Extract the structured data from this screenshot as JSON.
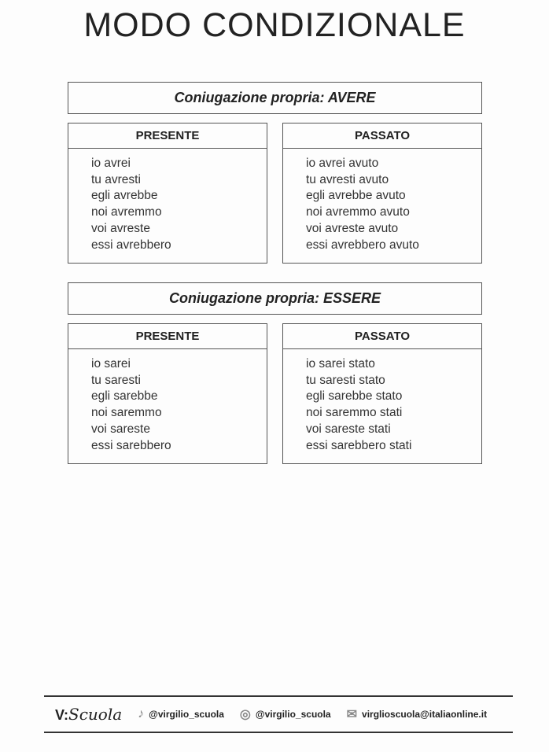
{
  "title": "MODO CONDIZIONALE",
  "sections": [
    {
      "heading": "Coniugazione propria: AVERE",
      "presente": {
        "label": "PRESENTE",
        "rows": [
          "io avrei",
          "tu avresti",
          "egli avrebbe",
          "noi avremmo",
          "voi avreste",
          "essi avrebbero"
        ]
      },
      "passato": {
        "label": "PASSATO",
        "rows": [
          "io avrei avuto",
          "tu avresti avuto",
          "egli avrebbe avuto",
          "noi avremmo avuto",
          "voi avreste avuto",
          "essi avrebbero avuto"
        ]
      }
    },
    {
      "heading": "Coniugazione propria: ESSERE",
      "presente": {
        "label": "PRESENTE",
        "rows": [
          "io sarei",
          "tu saresti",
          "egli sarebbe",
          "noi saremmo",
          "voi sareste",
          "essi sarebbero"
        ]
      },
      "passato": {
        "label": "PASSATO",
        "rows": [
          "io sarei stato",
          "tu saresti stato",
          "egli sarebbe stato",
          "noi saremmo stati",
          "voi sareste stati",
          "essi sarebbero stati"
        ]
      }
    }
  ],
  "footer": {
    "logo_prefix": "V:",
    "logo_word": "Scuola",
    "tiktok": "@virgilio_scuola",
    "instagram": "@virgilio_scuola",
    "email": "virglioscuola@italiaonline.it"
  }
}
